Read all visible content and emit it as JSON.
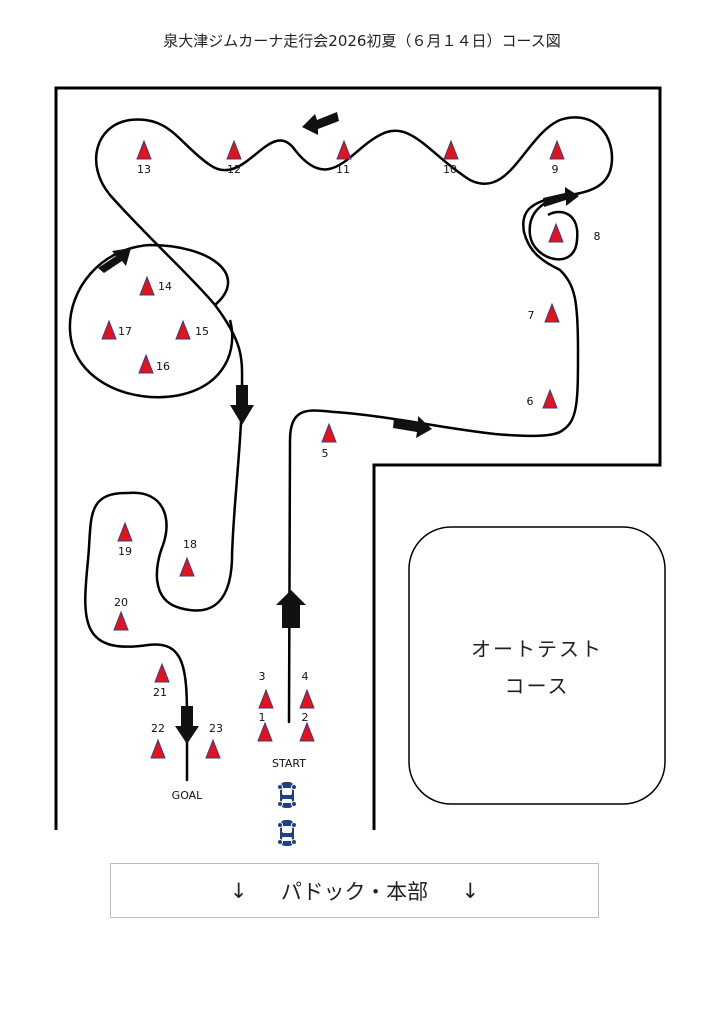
{
  "title": "泉大津ジムカーナ走行会2026初夏（６月１４日）コース図",
  "cones": [
    {
      "label": "1"
    },
    {
      "label": "2"
    },
    {
      "label": "3"
    },
    {
      "label": "4"
    },
    {
      "label": "5"
    },
    {
      "label": "6"
    },
    {
      "label": "7"
    },
    {
      "label": "8"
    },
    {
      "label": "9"
    },
    {
      "label": "10"
    },
    {
      "label": "11"
    },
    {
      "label": "12"
    },
    {
      "label": "13"
    },
    {
      "label": "14"
    },
    {
      "label": "15"
    },
    {
      "label": "16"
    },
    {
      "label": "17"
    },
    {
      "label": "18"
    },
    {
      "label": "19"
    },
    {
      "label": "20"
    },
    {
      "label": "21"
    },
    {
      "label": "22"
    },
    {
      "label": "23"
    }
  ],
  "start_label": "START",
  "goal_label": "GOAL",
  "autotest": {
    "line1": "オートテスト",
    "line2": "コース"
  },
  "paddock": {
    "arrow_left": "↓",
    "label": "パドック・本部",
    "arrow_right": "↓"
  },
  "colors": {
    "cone": "#e3121b",
    "cone_outline": "#3a3a8a",
    "car": "#1f3f86",
    "arrow": "#111111",
    "line": "#000000"
  }
}
